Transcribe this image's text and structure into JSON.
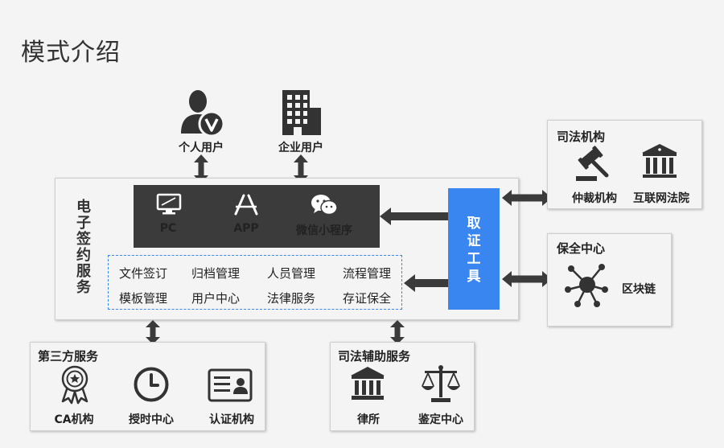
{
  "title": "模式介绍",
  "users": {
    "personal": "个人用户",
    "enterprise": "企业用户"
  },
  "esign": {
    "label_chars": [
      "电",
      "子",
      "签",
      "约",
      "服",
      "务"
    ],
    "channels": {
      "pc": "PC",
      "app": "APP",
      "wechat": "微信小程序"
    },
    "functions": [
      "文件签订",
      "归档管理",
      "人员管理",
      "流程管理",
      "模板管理",
      "用户中心",
      "法律服务",
      "存证保全"
    ]
  },
  "evidence_tool": {
    "chars": [
      "取",
      "证",
      "工",
      "具"
    ]
  },
  "judicial": {
    "title": "司法机构",
    "items": [
      "仲裁机构",
      "互联网法院"
    ]
  },
  "preservation": {
    "title": "保全中心",
    "item": "区块链"
  },
  "third_party": {
    "title": "第三方服务",
    "items": [
      "CA机构",
      "授时中心",
      "认证机构"
    ]
  },
  "judicial_aux": {
    "title": "司法辅助服务",
    "items": [
      "律所",
      "鉴定中心"
    ]
  },
  "colors": {
    "accent": "#3a86f0",
    "dark": "#3b3b3b",
    "arrow": "#3b3b3b"
  }
}
